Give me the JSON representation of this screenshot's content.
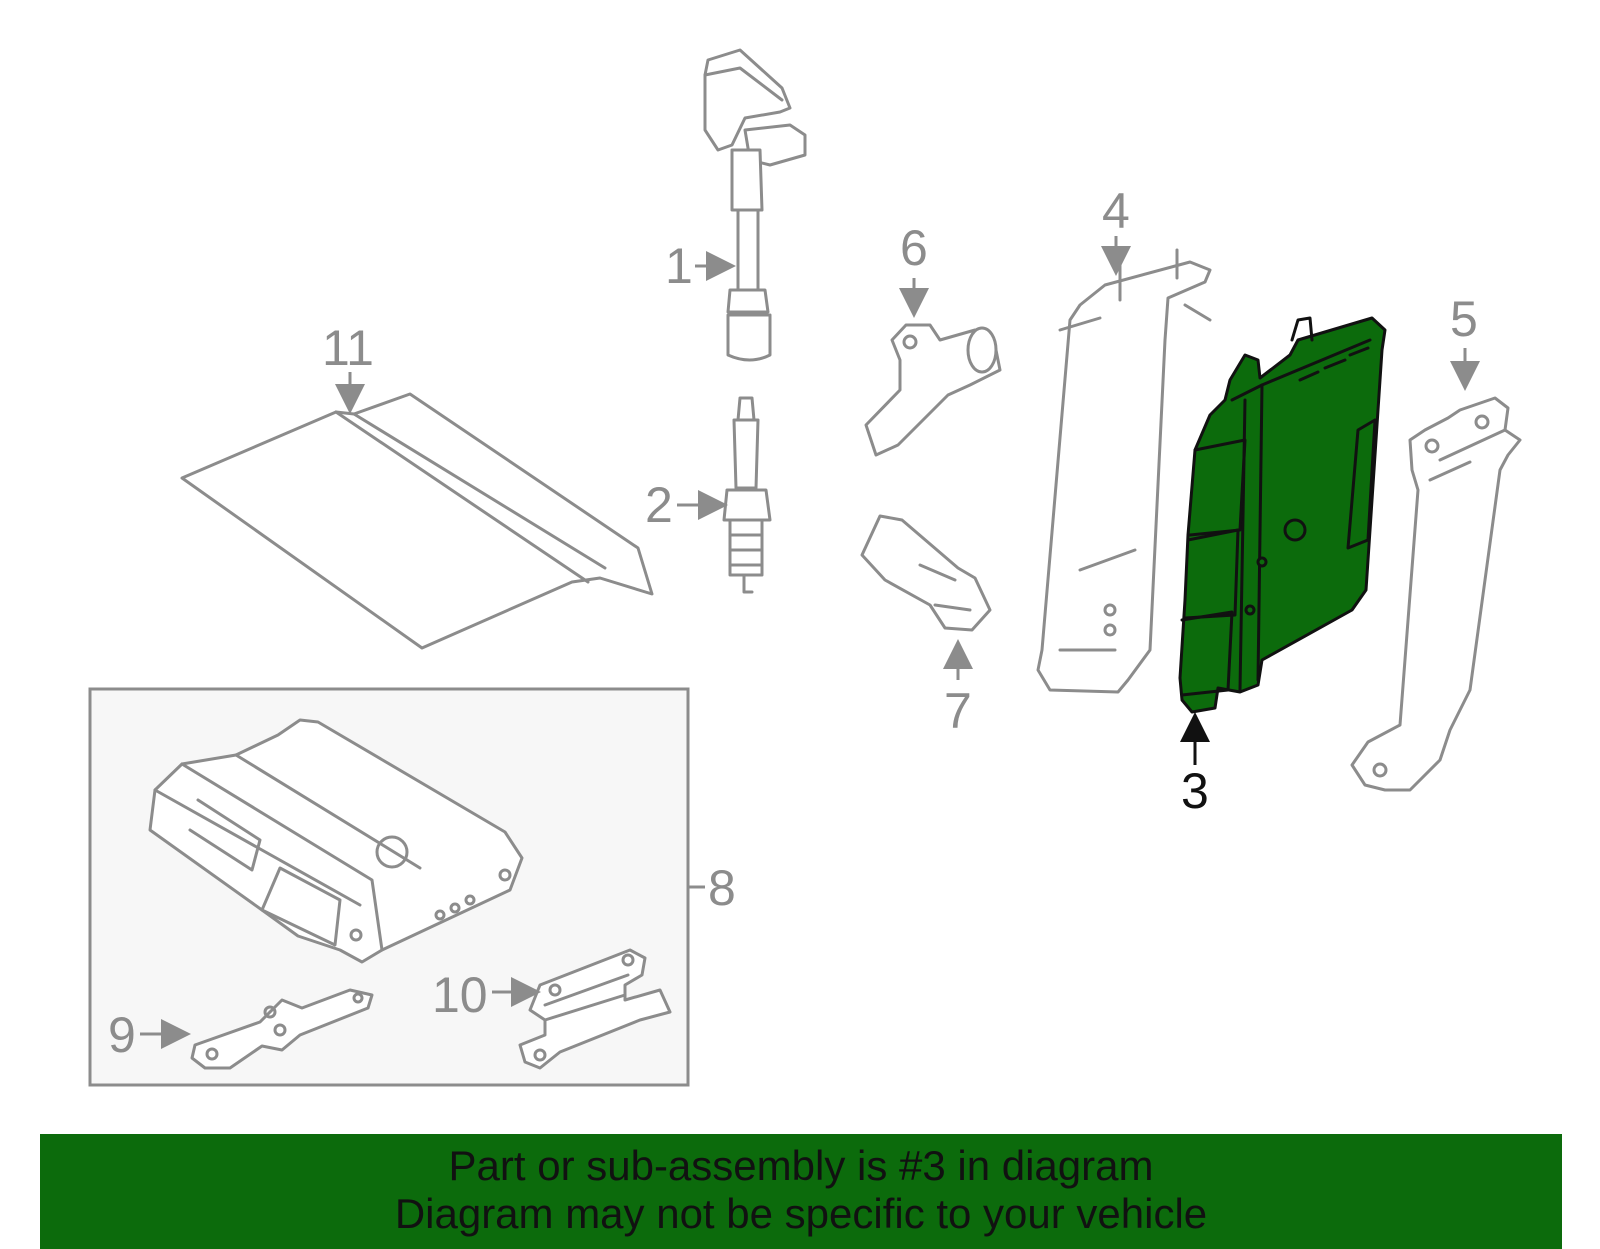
{
  "colors": {
    "highlight": "#0c6b0c",
    "line": "#8c8c8c",
    "highlight_line": "#111111",
    "inset_bg": "#f7f7f7"
  },
  "callouts": [
    {
      "id": "1",
      "label": "1",
      "part": "ignition-coil"
    },
    {
      "id": "2",
      "label": "2",
      "part": "spark-plug"
    },
    {
      "id": "3",
      "label": "3",
      "part": "engine-control-module",
      "highlighted": true
    },
    {
      "id": "4",
      "label": "4",
      "part": "ecm-bracket-left"
    },
    {
      "id": "5",
      "label": "5",
      "part": "ecm-bracket-right"
    },
    {
      "id": "6",
      "label": "6",
      "part": "camshaft-sensor"
    },
    {
      "id": "7",
      "label": "7",
      "part": "crankshaft-sensor"
    },
    {
      "id": "8",
      "label": "8",
      "part": "ecm-kit"
    },
    {
      "id": "9",
      "label": "9",
      "part": "small-bracket"
    },
    {
      "id": "10",
      "label": "10",
      "part": "mount-bracket"
    },
    {
      "id": "11",
      "label": "11",
      "part": "heat-shield-cover"
    }
  ],
  "banner": {
    "line1": "Part or sub-assembly is #3 in diagram",
    "line2": "Diagram may not be specific to your vehicle"
  }
}
